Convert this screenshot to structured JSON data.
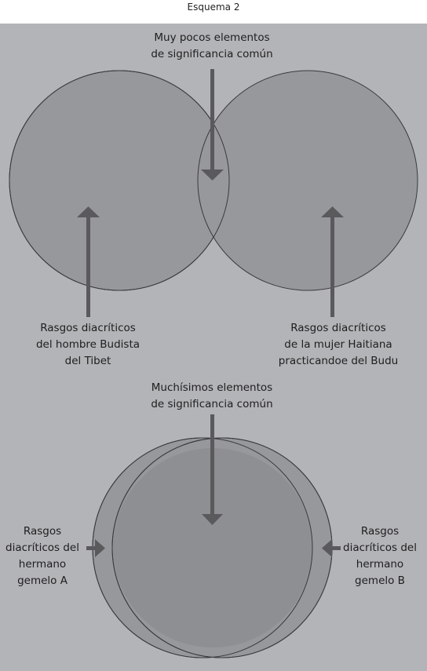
{
  "title": "Esquema 2",
  "top": {
    "center_label": [
      "Muy pocos elementos",
      "de significancia común"
    ],
    "left_label": [
      "Rasgos diacríticos",
      "del hombre Budista",
      "del Tibet"
    ],
    "right_label": [
      "Rasgos diacríticos",
      "de la mujer Haitiana",
      "practicandoe del Budu"
    ]
  },
  "bottom": {
    "center_label": [
      "Muchísimos elementos",
      "de significancia común"
    ],
    "left_label": [
      "Rasgos",
      "diacríticos del",
      "hermano",
      "gemelo A"
    ],
    "right_label": [
      "Rasgos",
      "diacríticos del",
      "hermano",
      "gemelo B"
    ]
  },
  "colors": {
    "background": "#b3b4b7",
    "circle_fill": "#97989c",
    "overlap_fill": "#8e8f93",
    "outline": "#3a3a3c",
    "arrow": "#5a5a5c"
  }
}
